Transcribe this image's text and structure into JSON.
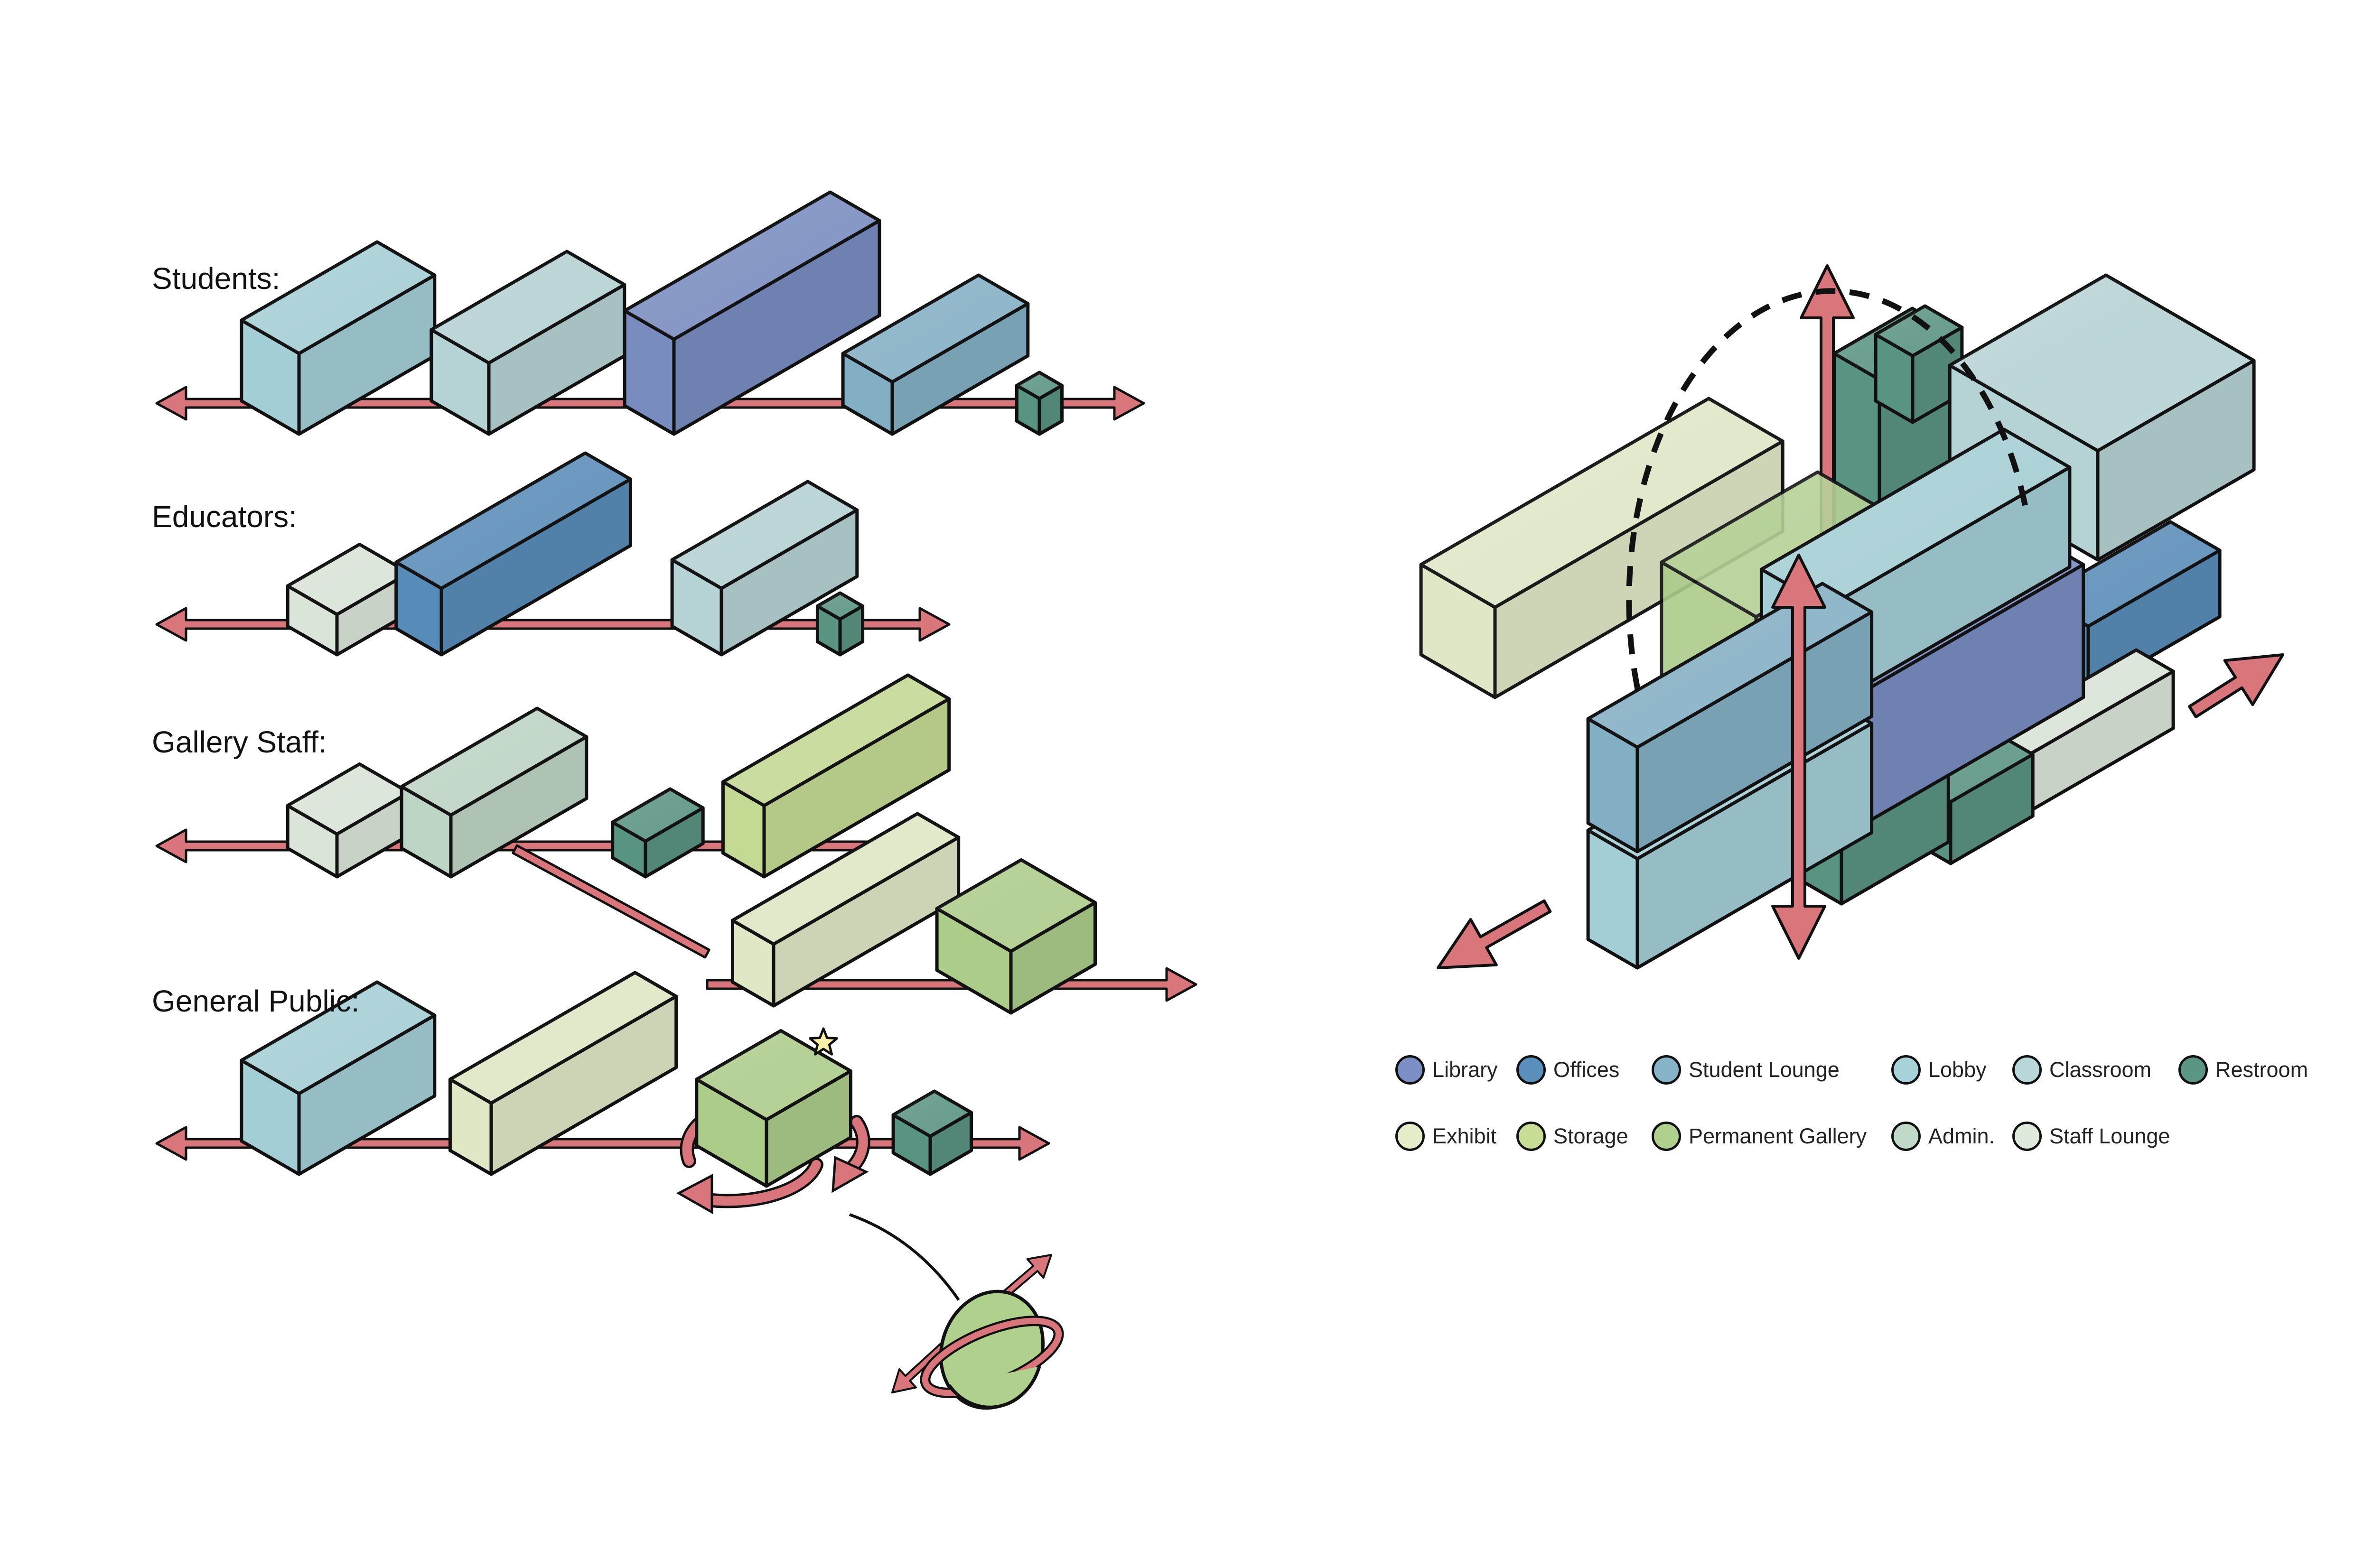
{
  "row_labels": {
    "students": "Students:",
    "educators": "Educators:",
    "gallery_staff": "Gallery Staff:",
    "general_public": "General Public:"
  },
  "legend": [
    {
      "key": "library",
      "label": "Library",
      "color": "#7b8fc4"
    },
    {
      "key": "offices",
      "label": "Offices",
      "color": "#5a8fbc"
    },
    {
      "key": "student_lounge",
      "label": "Student Lounge",
      "color": "#86b3c8"
    },
    {
      "key": "lobby",
      "label": "Lobby",
      "color": "#a7d2d9"
    },
    {
      "key": "classroom",
      "label": "Classroom",
      "color": "#b9d6d8"
    },
    {
      "key": "restroom",
      "label": "Restroom",
      "color": "#5b9685"
    },
    {
      "key": "exhibit",
      "label": "Exhibit",
      "color": "#e4ecc9"
    },
    {
      "key": "storage",
      "label": "Storage",
      "color": "#c8de97"
    },
    {
      "key": "permanent_gallery",
      "label": "Permanent Gallery",
      "color": "#b0d08d"
    },
    {
      "key": "admin",
      "label": "Admin.",
      "color": "#c1d9c8"
    },
    {
      "key": "staff_lounge",
      "label": "Staff Lounge",
      "color": "#dfe9dc"
    }
  ],
  "colors": {
    "arrow": "#d9767c",
    "outline": "#111111",
    "highlight_star": "#fbf1a6"
  },
  "icons": [
    "arrow-left-icon",
    "arrow-right-icon",
    "star-icon",
    "rotation-arrow-icon",
    "planet-icon"
  ]
}
